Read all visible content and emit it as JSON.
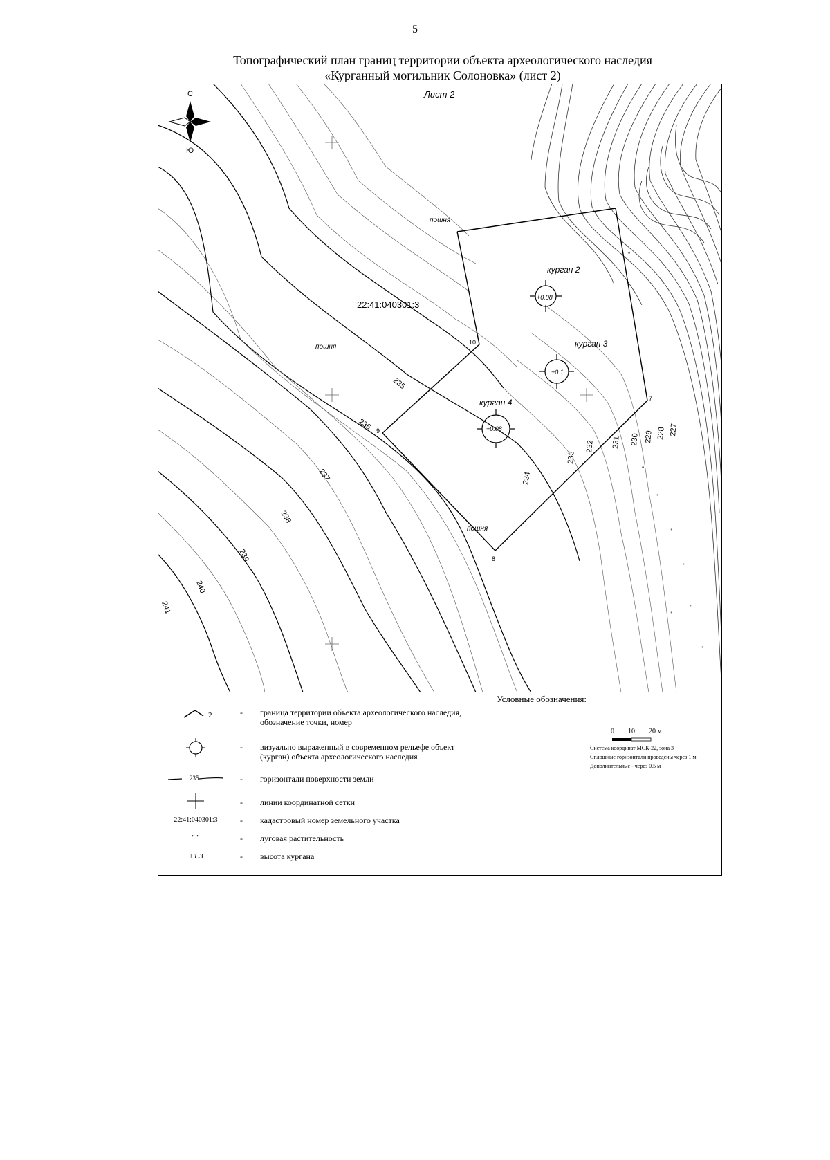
{
  "page_number": "5",
  "title": {
    "line1": "Топографический план границ территории объекта археологического наследия",
    "line2": "«Курганный могильник Солоновка» (лист 2)"
  },
  "map": {
    "sheet_label": "Лист 2",
    "compass": {
      "north": "С",
      "south": "Ю"
    },
    "cadastral_number": "22:41:040301:3",
    "field_labels": [
      "пошня",
      "пошня",
      "пошня"
    ],
    "mounds": [
      {
        "label": "курган 2",
        "height": "+0.08"
      },
      {
        "label": "курган 3",
        "height": "+0.1"
      },
      {
        "label": "курган 4",
        "height": "+0.08"
      }
    ],
    "boundary_points": [
      "7",
      "8",
      "9",
      "10"
    ],
    "contour_labels": [
      "227",
      "228",
      "229",
      "230",
      "231",
      "232",
      "233",
      "234",
      "235",
      "236",
      "237",
      "238",
      "239",
      "240",
      "241"
    ],
    "meadow_symbol": "\""
  },
  "legend": {
    "title": "Условные обозначения:",
    "items": [
      {
        "symbol": "2",
        "dash": "-",
        "text": "граница территории объекта археологического наследия, обозначение точки, номер"
      },
      {
        "symbol": "",
        "dash": "-",
        "text": "визуально выраженный в современном рельефе объект (курган) объекта археологического наследия"
      },
      {
        "symbol": "235",
        "dash": "-",
        "text": "горизонтали поверхности земли"
      },
      {
        "symbol": "",
        "dash": "-",
        "text": "линии координатной сетки"
      },
      {
        "symbol": "22:41:040301:3",
        "dash": "-",
        "text": "кадастровый номер земельного участка"
      },
      {
        "symbol": "\" \"",
        "dash": "-",
        "text": "луговая растительность"
      },
      {
        "symbol": "+1.3",
        "dash": "-",
        "text": "высота кургана"
      }
    ]
  },
  "scale": {
    "tick_0": "0",
    "tick_10": "10",
    "tick_20": "20 м",
    "coord_system": "Система координат МСК-22, зона 3",
    "contour_interval": "Сплошные горизонтали проведены через 1 м",
    "additional": "Дополнительные - через 0,5 м"
  }
}
